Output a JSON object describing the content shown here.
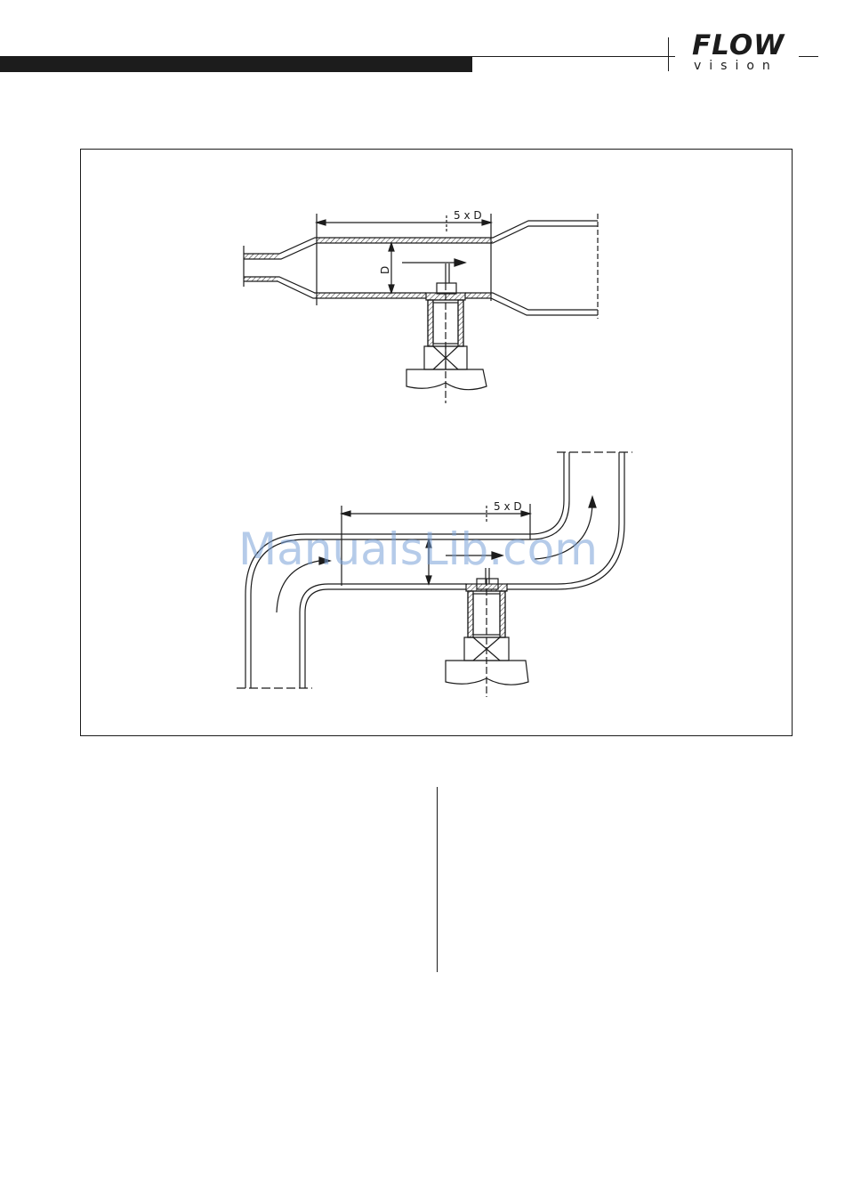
{
  "header": {
    "logo_top": "FLOW",
    "logo_bottom": "vision"
  },
  "figure": {
    "top_diagram": {
      "dimension_label": "5 x D",
      "diameter_label": "D"
    },
    "bottom_diagram": {
      "dimension_label": "5 x D"
    }
  },
  "watermark": "ManualsLib.com",
  "colors": {
    "ink": "#1c1c1c",
    "watermark": "#78a0d7"
  }
}
